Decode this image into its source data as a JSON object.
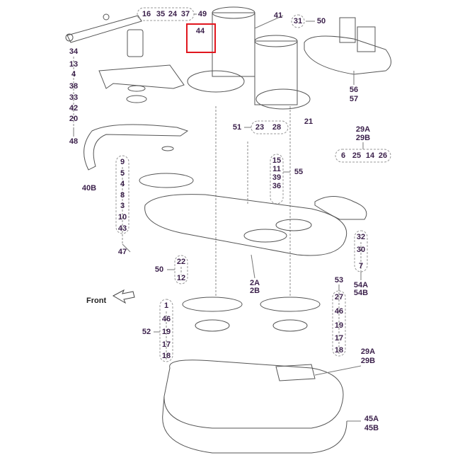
{
  "title": "Mower deck parts diagram",
  "highlight": {
    "part": "44",
    "color": "#e0161e"
  },
  "label_color": "#3a1f4a",
  "front_label": "Front",
  "labels": {
    "top_group": [
      "16",
      "35",
      "24",
      "37"
    ],
    "p49": "49",
    "p41": "41",
    "p31": "31",
    "p50a": "50",
    "left_column": [
      "34",
      "13",
      "4",
      "38",
      "33",
      "42",
      "20"
    ],
    "p48": "48",
    "p56": "56",
    "p57": "57",
    "p51": "51",
    "group_51": [
      "23",
      "28"
    ],
    "p21": "21",
    "p29a_top": "29A",
    "p29b_top": "29B",
    "group_29": [
      "6",
      "25",
      "14",
      "26"
    ],
    "mid_column": [
      "9",
      "5",
      "4",
      "8",
      "3",
      "10",
      "43"
    ],
    "p47": "47",
    "p40b": "40B",
    "group_55": [
      "15",
      "11",
      "39",
      "36"
    ],
    "p55": "55",
    "right_column": [
      "32",
      "30",
      "7"
    ],
    "p54a": "54A",
    "p54b": "54B",
    "group_50": [
      "22",
      "12"
    ],
    "p50b": "50",
    "p2a": "2A",
    "p2b": "2B",
    "group_53": [
      "27",
      "46",
      "19",
      "17",
      "18"
    ],
    "p53": "53",
    "group_52": [
      "1",
      "46",
      "19",
      "17",
      "18"
    ],
    "p52": "52",
    "p29a_bot": "29A",
    "p29b_bot": "29B",
    "p45a": "45A",
    "p45b": "45B"
  }
}
